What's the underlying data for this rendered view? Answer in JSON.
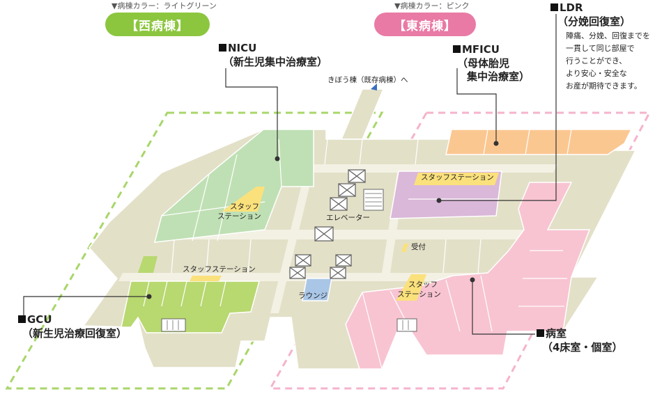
{
  "west_ward": {
    "color_note": "▼病棟カラー：ライトグリーン",
    "name": "【西病棟】",
    "color": "#8cc63f"
  },
  "east_ward": {
    "color_note": "▼病棟カラー：ピンク",
    "name": "【東病棟】",
    "color": "#e97aa5"
  },
  "callouts": {
    "nicu": {
      "title": "NICU",
      "subtitle": "（新生児集中治療室）"
    },
    "mficu": {
      "title": "MFICU",
      "subtitle_1": "（母体胎児",
      "subtitle_2": "集中治療室）"
    },
    "ldr": {
      "title": "LDR",
      "subtitle": "（分娩回復室）",
      "description": [
        "陣痛、分娩、回復までを",
        "一貫して同じ部屋で",
        "行うことができ、",
        "より安心・安全な",
        "お産が期待できます。"
      ]
    },
    "gcu": {
      "title": "GCU",
      "subtitle": "（新生児治療回復室）"
    },
    "ward_room": {
      "title": "病室",
      "subtitle": "（4床室・個室）"
    }
  },
  "map_labels": {
    "kibou": "きぼう棟（既存病棟）へ",
    "staff_nw_1": "スタッフ",
    "staff_nw_2": "ステーション",
    "staff_w": "スタッフステーション",
    "staff_ne": "スタッフステーション",
    "staff_se_1": "スタッフ",
    "staff_se_2": "ステーション",
    "elevator": "エレベーター",
    "reception": "受付",
    "lounge": "ラウンジ"
  },
  "colors": {
    "floor": "#e3e0c8",
    "corridor": "#f3f1e4",
    "nicu": "#bfe0b4",
    "gcu": "#b8d870",
    "mficu": "#fbc791",
    "ldr": "#dab8d9",
    "ward_room": "#f8c4d2",
    "lounge": "#a9c6e6",
    "staff": "#fbe17c",
    "west_dash": "#a8d66a",
    "east_dash": "#f5b3cc"
  }
}
